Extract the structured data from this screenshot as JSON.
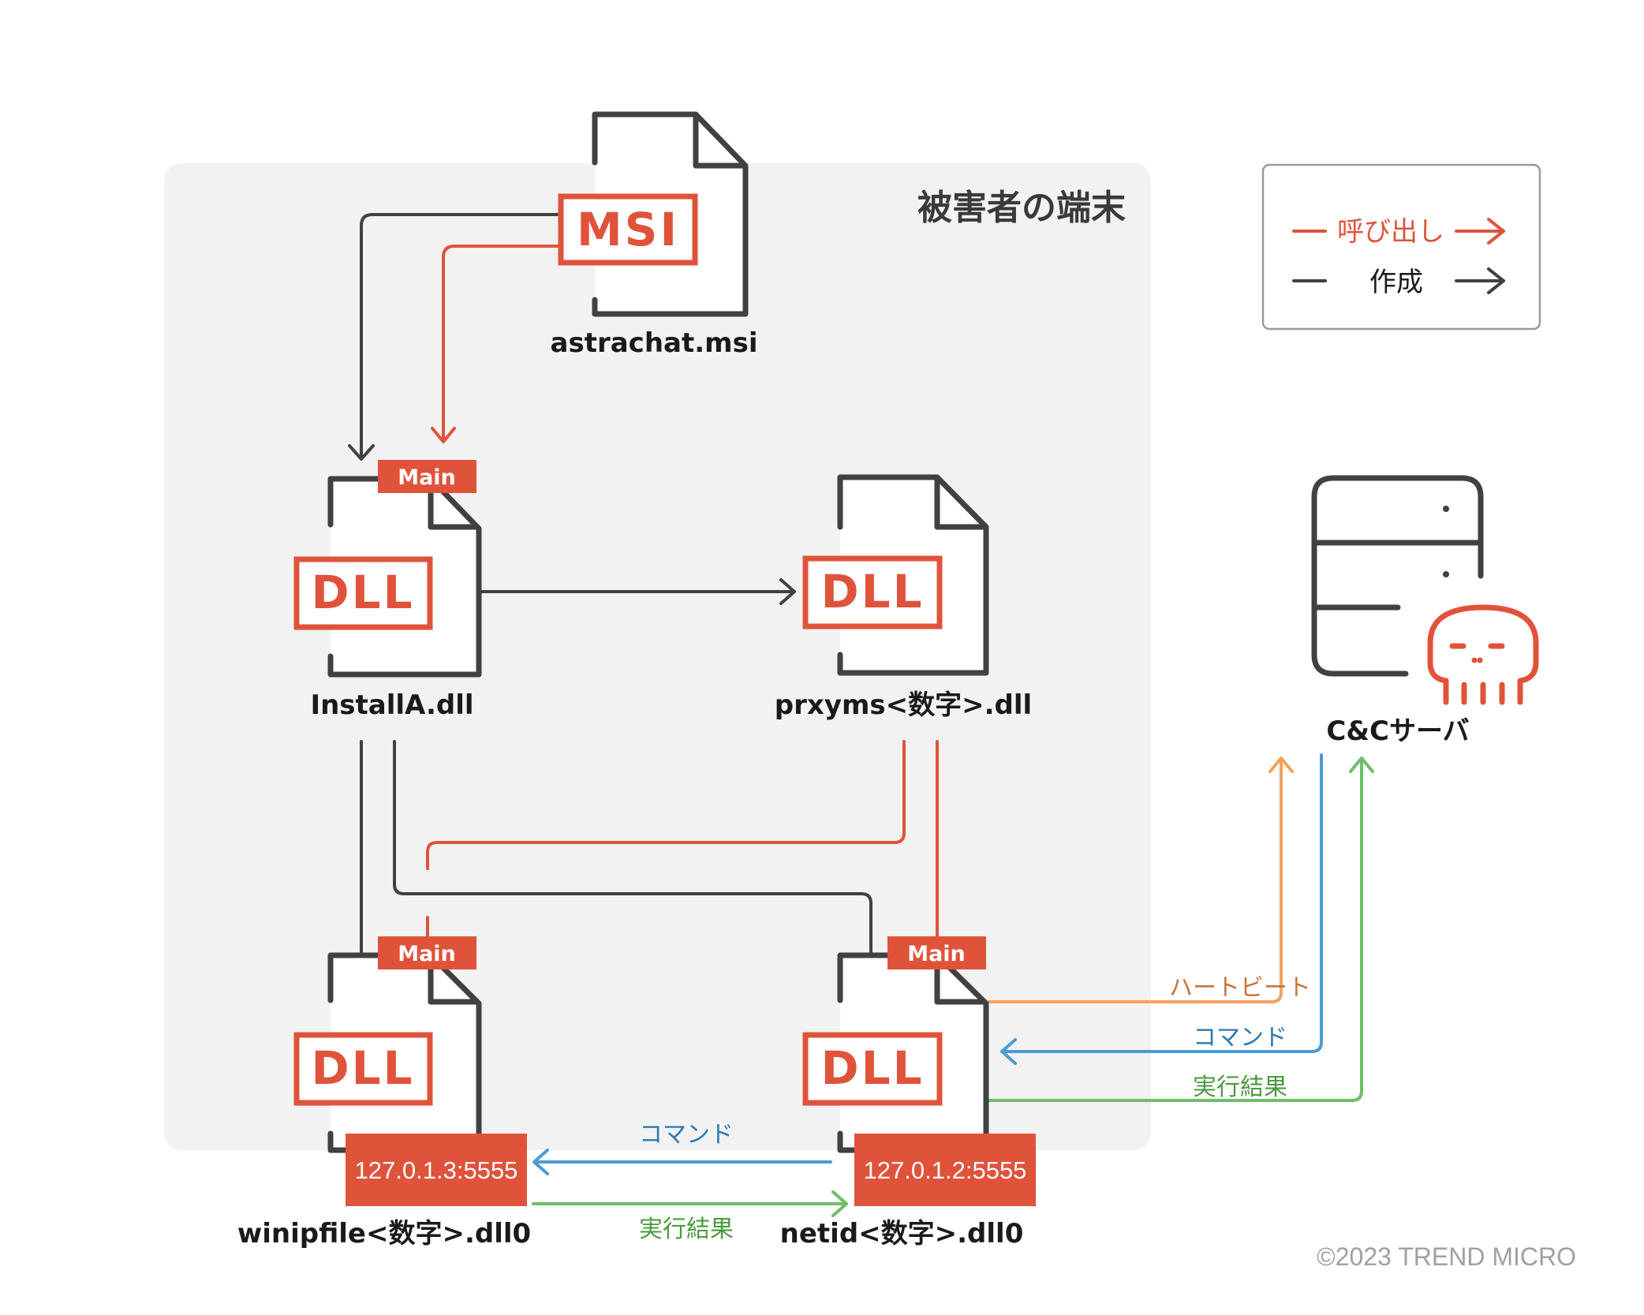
{
  "panel": {
    "title": "被害者の端末",
    "background": "#F2F2F2"
  },
  "colors": {
    "accent_red": "#E0533B",
    "dark": "#414042",
    "heartbeat": "#F5A25D",
    "heartbeat_text": "#C8733A",
    "command": "#4B9BD5",
    "command_text": "#2A7AB5",
    "result": "#6DBF67",
    "result_text": "#4A9A3F"
  },
  "legend": {
    "call_label": "呼び出し",
    "create_label": "作成"
  },
  "files": {
    "msi": {
      "tag": "MSI",
      "name": "astrachat.msi"
    },
    "installa": {
      "tag": "DLL",
      "badge": "Main",
      "name": "InstallA.dll"
    },
    "prxyms": {
      "tag": "DLL",
      "name": "prxyms<数字>.dll"
    },
    "winipfile": {
      "tag": "DLL",
      "badge": "Main",
      "ip": "127.0.1.3:5555",
      "name": "winipfile<数字>.dll0"
    },
    "netid": {
      "tag": "DLL",
      "badge": "Main",
      "ip": "127.0.1.2:5555",
      "name": "netid<数字>.dll0"
    }
  },
  "server": {
    "name": "C&Cサーバ"
  },
  "flows": {
    "heartbeat": "ハートビート",
    "command_cc": "コマンド",
    "result_cc": "実行結果",
    "command_local": "コマンド",
    "result_local": "実行結果"
  },
  "copyright": "©2023 TREND MICRO"
}
